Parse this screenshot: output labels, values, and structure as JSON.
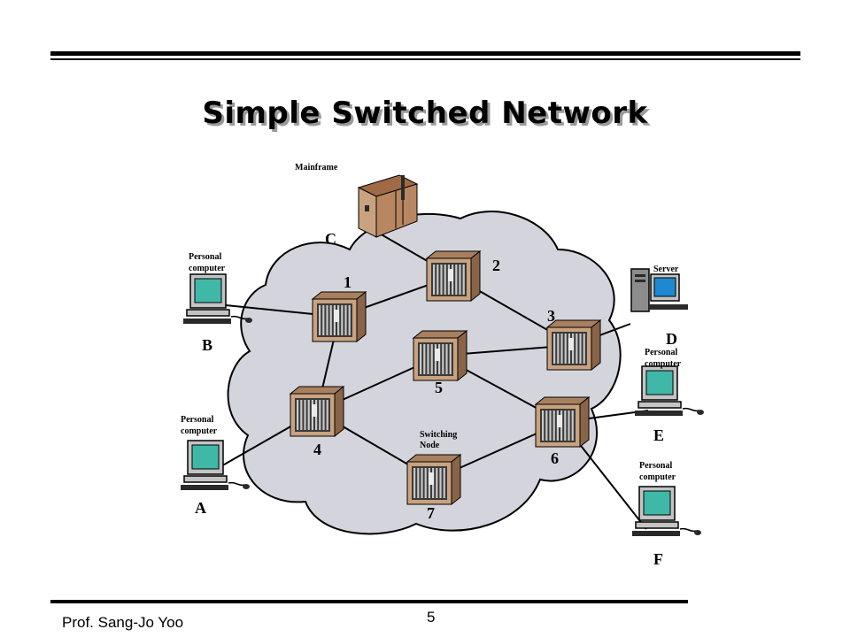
{
  "slide": {
    "title": "Simple Switched Network",
    "author": "Prof. Sang-Jo Yoo",
    "page_number": "5"
  },
  "colors": {
    "cloud_fill": "#d4d4dc",
    "node_body": "#c9a27f",
    "screen": "#40b8a8",
    "server_screen": "#1e88d0"
  },
  "nodes": [
    {
      "id": "1",
      "label": "1"
    },
    {
      "id": "2",
      "label": "2"
    },
    {
      "id": "3",
      "label": "3"
    },
    {
      "id": "4",
      "label": "4"
    },
    {
      "id": "5",
      "label": "5"
    },
    {
      "id": "6",
      "label": "6"
    },
    {
      "id": "7",
      "label": "7"
    }
  ],
  "switching_node_caption": [
    "Switching",
    "Node"
  ],
  "stations": {
    "A": {
      "letter": "A",
      "caption": [
        "Personal",
        "computer"
      ],
      "icon": "personal-computer-icon"
    },
    "B": {
      "letter": "B",
      "caption": [
        "Personal",
        "computer"
      ],
      "icon": "personal-computer-icon"
    },
    "C": {
      "letter": "C",
      "caption": [
        "Mainframe"
      ],
      "icon": "mainframe-icon"
    },
    "D": {
      "letter": "D",
      "caption": [
        "Server"
      ],
      "icon": "server-icon"
    },
    "E": {
      "letter": "E",
      "caption": [
        "Personal",
        "computer"
      ],
      "icon": "personal-computer-icon"
    },
    "F": {
      "letter": "F",
      "caption": [
        "Personal",
        "computer"
      ],
      "icon": "personal-computer-icon"
    }
  },
  "links": [
    [
      "C",
      "2"
    ],
    [
      "B",
      "1"
    ],
    [
      "1",
      "2"
    ],
    [
      "2",
      "3"
    ],
    [
      "1",
      "4"
    ],
    [
      "4",
      "5"
    ],
    [
      "5",
      "3"
    ],
    [
      "5",
      "6"
    ],
    [
      "4",
      "7"
    ],
    [
      "7",
      "6"
    ],
    [
      "3",
      "D"
    ],
    [
      "6",
      "E"
    ],
    [
      "6",
      "F"
    ],
    [
      "A",
      "4"
    ]
  ]
}
